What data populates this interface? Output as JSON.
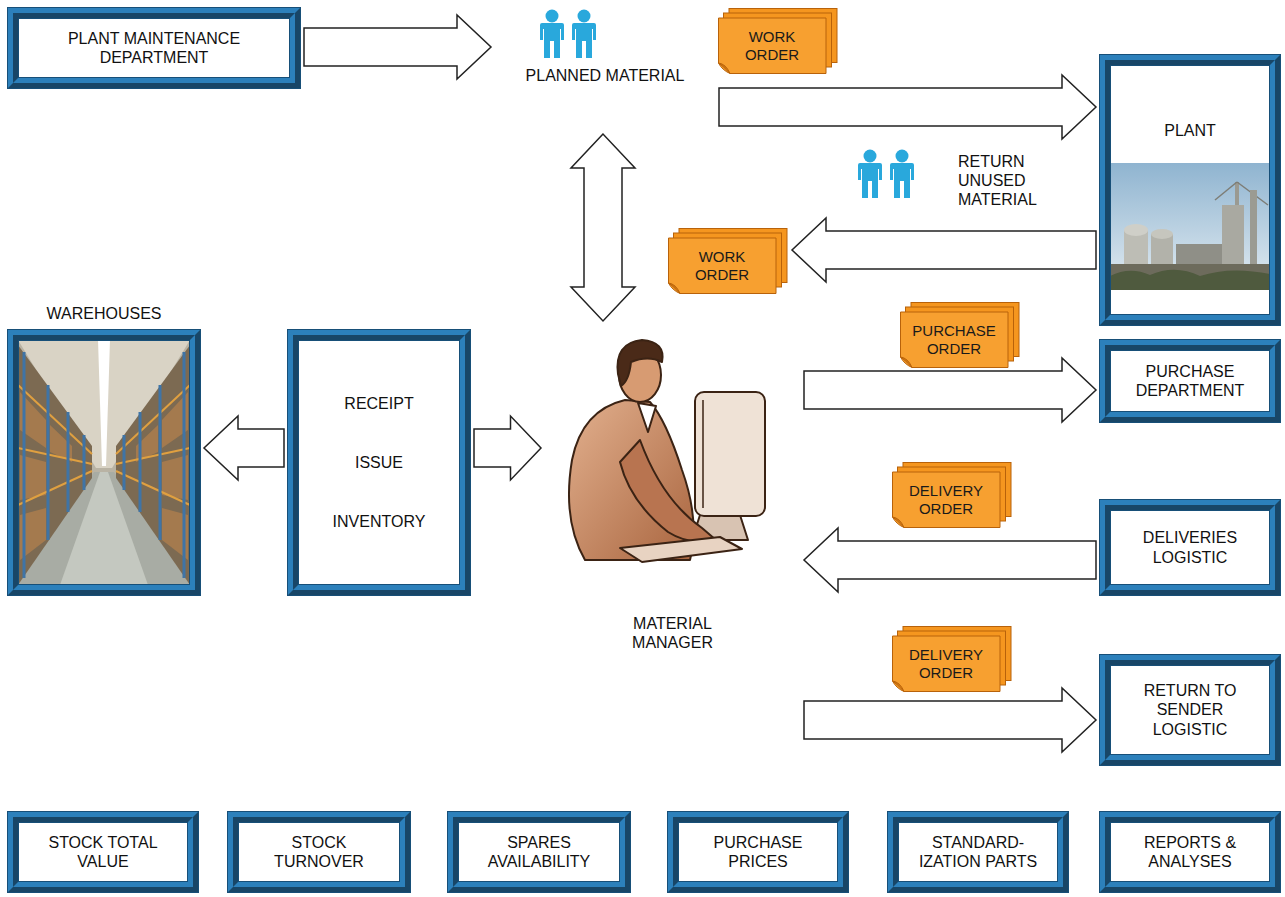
{
  "diagram": {
    "nodes": [
      {
        "text": [
          "PLANT MAINTENANCE DEPARTMENT"
        ]
      },
      {
        "text": [
          "PLANNED MATERIAL"
        ]
      },
      {
        "text": [
          "WORK ORDER"
        ]
      },
      {
        "text": [
          "PLANT"
        ]
      },
      {
        "text": [
          "WORK ORDER"
        ]
      },
      {
        "text": [
          "WAREHOUSES"
        ]
      },
      {
        "text": [
          "RECEIPT",
          "ISSUE",
          "INVENTORY"
        ]
      },
      {
        "text": [
          "MATERIAL MANAGER"
        ]
      },
      {
        "text": [
          "PURCHASE ORDER"
        ]
      },
      {
        "text": [
          "PURCHASE DEPARTMENT"
        ]
      },
      {
        "text": [
          "DELIVERY ORDER"
        ]
      },
      {
        "text": [
          "DELIVERIES LOGISTIC"
        ]
      },
      {
        "text": [
          "DELIVERY ORDER"
        ]
      },
      {
        "text": [
          "RETURN TO SENDER LOGISTIC"
        ]
      },
      {
        "text": [
          "STOCK TOTAL VALUE"
        ]
      },
      {
        "text": [
          "STOCK TURNOVER"
        ]
      },
      {
        "text": [
          "SPARES AVAILABILITY"
        ]
      },
      {
        "text": [
          "PURCHASE PRICES"
        ]
      },
      {
        "text": [
          "STANDARD- IZATION PARTS"
        ]
      },
      {
        "text": [
          "REPORTS & ANALYSES"
        ]
      }
    ],
    "edges": [
      {
        "from": 0,
        "to": 1,
        "arrow": "to"
      },
      {
        "from": 1,
        "to": 3,
        "arrow": "to"
      },
      {
        "from": 1,
        "to": 7,
        "arrow": "both"
      },
      {
        "from": 3,
        "to": 4,
        "arrow": "to"
      },
      {
        "from": 6,
        "to": 5,
        "arrow": "to"
      },
      {
        "from": 6,
        "to": 7,
        "arrow": "to"
      },
      {
        "from": 7,
        "to": 9,
        "arrow": "to"
      },
      {
        "from": 11,
        "to": 7,
        "arrow": "to"
      },
      {
        "from": 7,
        "to": 13,
        "arrow": "to"
      }
    ],
    "labels": [
      "RETURN UNUSED MATERIAL"
    ]
  }
}
